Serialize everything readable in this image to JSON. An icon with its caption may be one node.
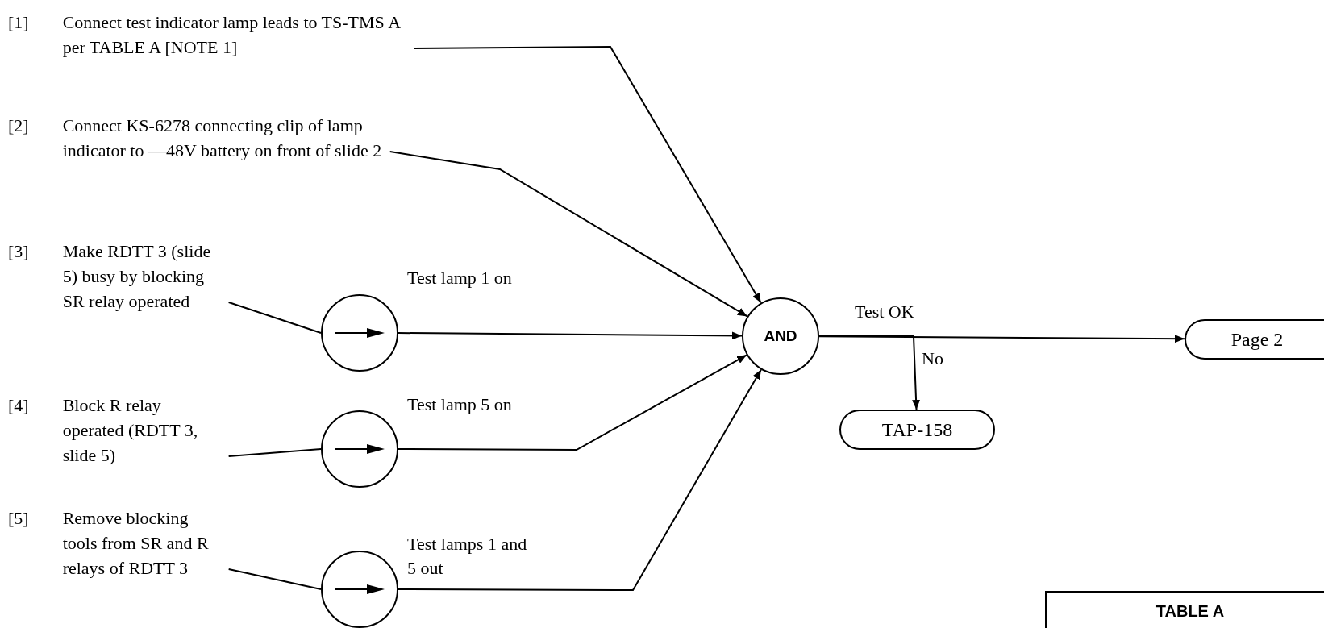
{
  "diagram": {
    "nodes": [
      {
        "text": [
          "[1]",
          "Connect test indicator lamp leads to TS-TMS A per TABLE A [NOTE 1]"
        ]
      },
      {
        "text": [
          "[2]",
          "Connect KS-6278 connecting clip of lamp indicator to —48V battery on front of slide 2"
        ]
      },
      {
        "text": [
          "[3]",
          "Make RDTT 3 (slide 5) busy by blocking SR relay operated"
        ]
      },
      {
        "text": [
          "[4]",
          "Block R relay operated (RDTT 3, slide 5)"
        ]
      },
      {
        "text": [
          "[5]",
          "Remove blocking tools from SR and R relays of RDTT 3"
        ]
      },
      {
        "text": [],
        "shape": "circle"
      },
      {
        "text": [],
        "shape": "circle"
      },
      {
        "text": [],
        "shape": "circle"
      },
      {
        "text": [
          "AND"
        ]
      },
      {
        "text": [
          "Page 2"
        ]
      },
      {
        "text": [
          "TAP-158"
        ]
      },
      {
        "text": [
          "TABLE A"
        ]
      }
    ],
    "edges": [
      {
        "from": 0,
        "to": 8,
        "arrow": "to"
      },
      {
        "from": 1,
        "to": 8,
        "arrow": "to"
      },
      {
        "from": 2,
        "to": 5,
        "arrow": "none"
      },
      {
        "from": 5,
        "to": 8,
        "arrow": "to",
        "label": "Test lamp 1 on"
      },
      {
        "from": 3,
        "to": 6,
        "arrow": "none"
      },
      {
        "from": 6,
        "to": 8,
        "arrow": "to",
        "label": "Test lamp 5 on"
      },
      {
        "from": 4,
        "to": 7,
        "arrow": "none"
      },
      {
        "from": 7,
        "to": 8,
        "arrow": "to",
        "label": "Test lamps 1 and 5 out"
      },
      {
        "from": 8,
        "to": 9,
        "arrow": "to",
        "label": "Test OK"
      },
      {
        "from": 8,
        "to": 10,
        "arrow": "to",
        "label": "No"
      }
    ]
  }
}
